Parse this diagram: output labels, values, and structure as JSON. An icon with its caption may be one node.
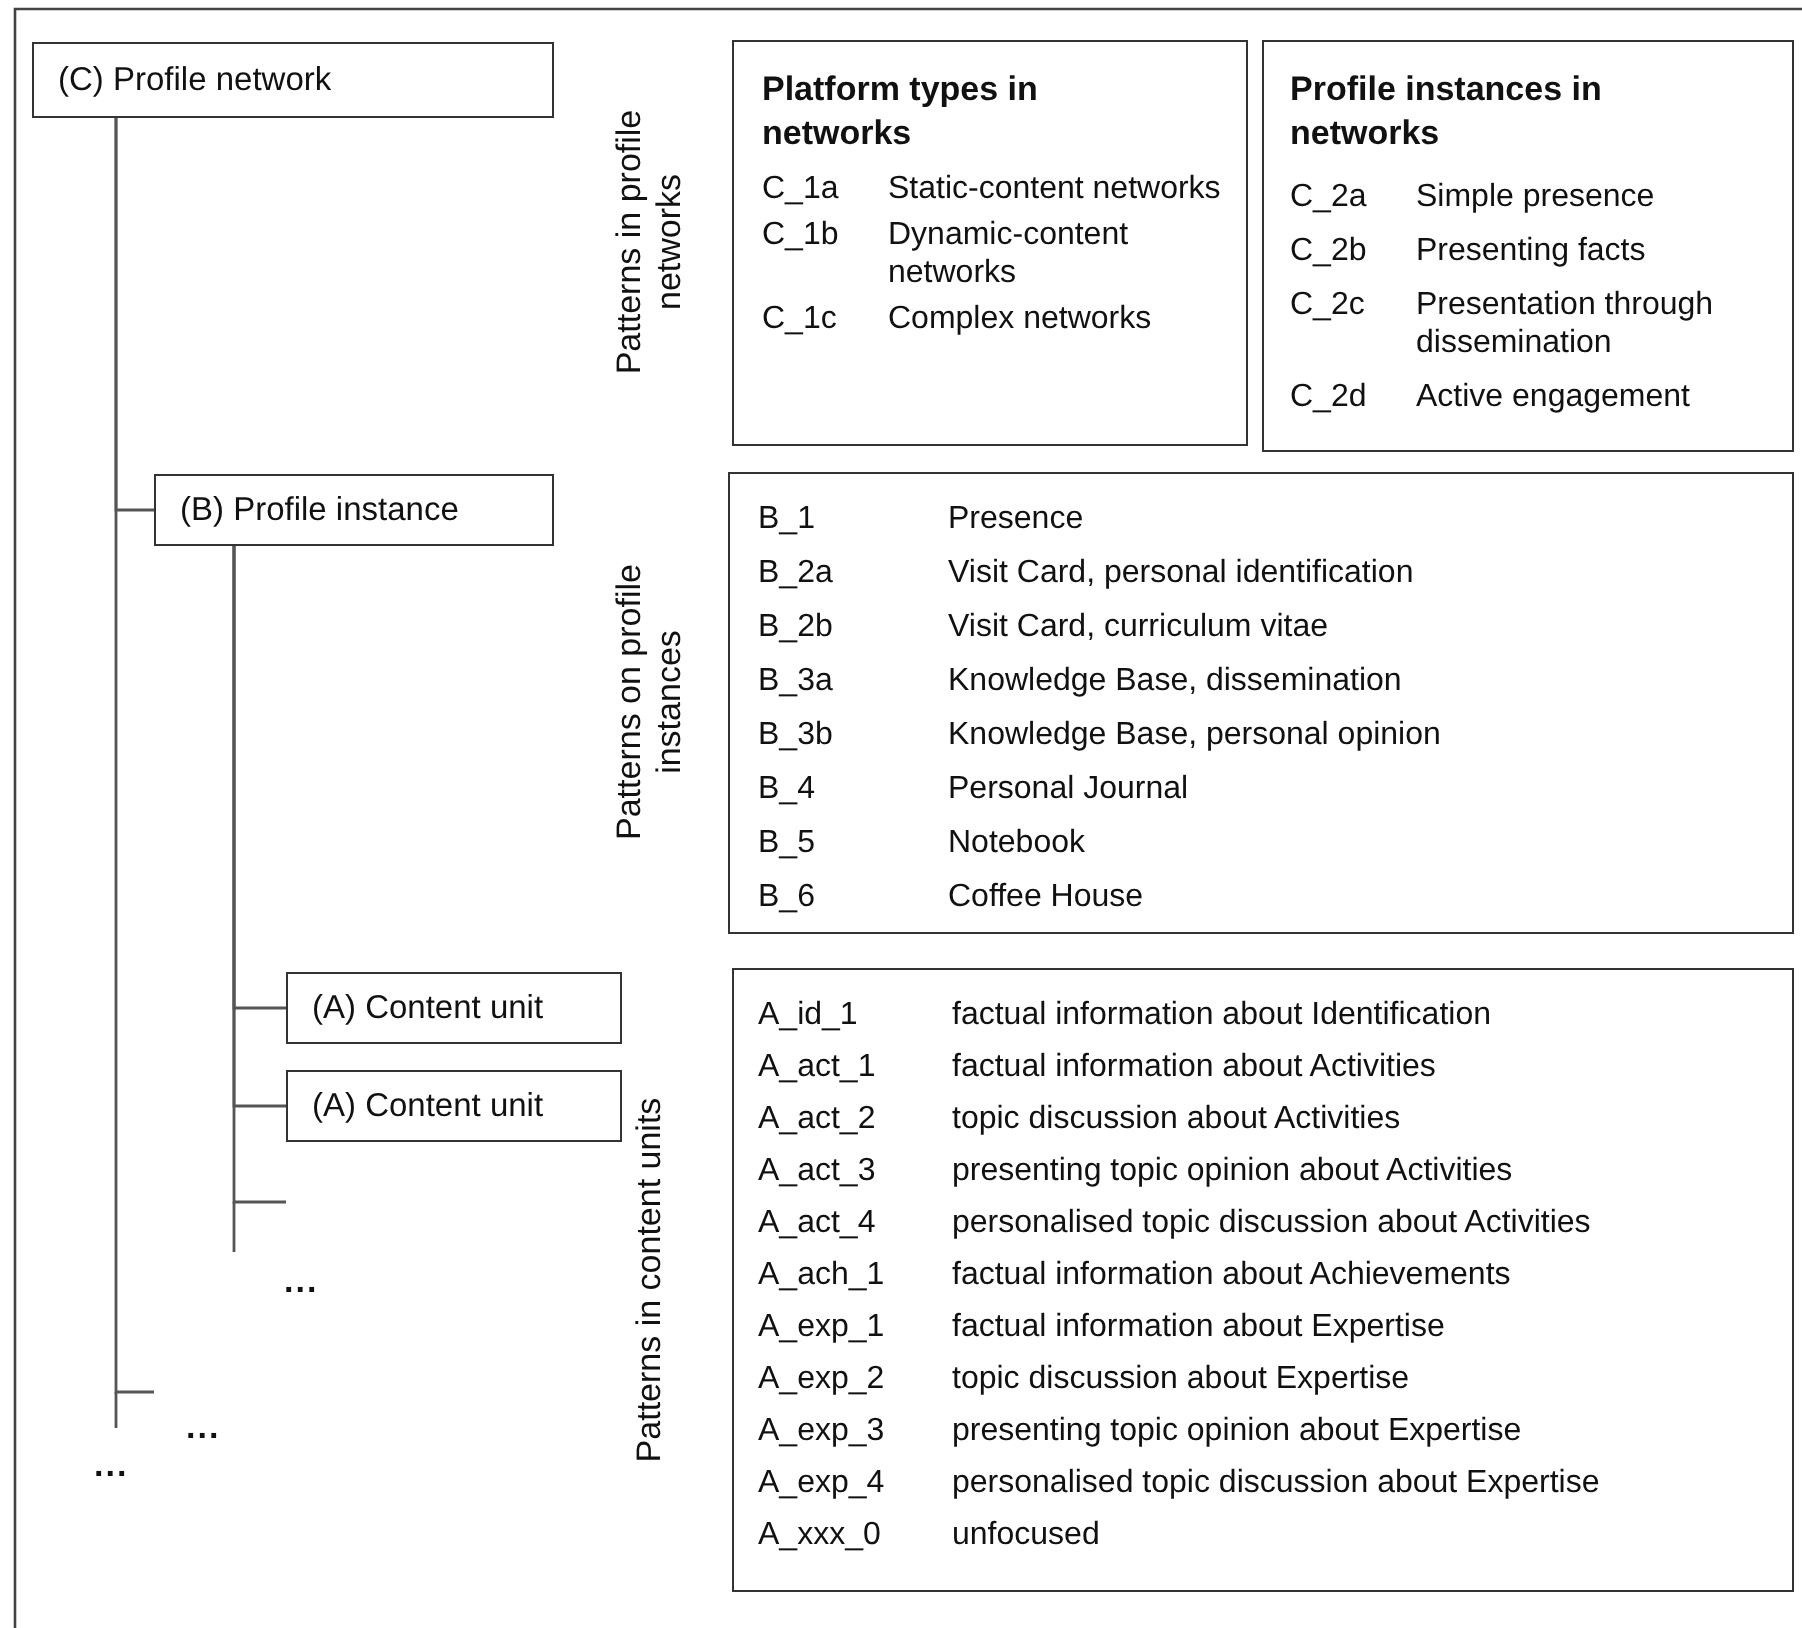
{
  "diagram": {
    "nodes": [
      {
        "text": [
          "(C) Profile network"
        ]
      },
      {
        "text": [
          "(B) Profile instance"
        ]
      },
      {
        "text": [
          "(A) Content unit"
        ]
      },
      {
        "text": [
          "(A) Content unit"
        ]
      },
      {
        "text": [
          "Platform types in networks",
          "C_1a",
          "Static-content networks",
          "C_1b",
          "Dynamic-content networks",
          "C_1c",
          "Complex networks"
        ]
      },
      {
        "text": [
          "Profile instances in networks",
          "C_2a",
          "Simple presence",
          "C_2b",
          "Presenting facts",
          "C_2c",
          "Presentation through dissemination",
          "C_2d",
          "Active engagement"
        ]
      },
      {
        "text": [
          "B_1",
          "Presence",
          "B_2a",
          "Visit Card, personal identification",
          "B_2b",
          "Visit Card, curriculum vitae",
          "B_3a",
          "Knowledge Base, dissemination",
          "B_3b",
          "Knowledge Base, personal opinion",
          "B_4",
          "Personal Journal",
          "B_5",
          "Notebook",
          "B_6",
          "Coffee House"
        ]
      },
      {
        "text": [
          "A_id_1",
          "factual information about Identification",
          "A_act_1",
          "factual information about Activities",
          "A_act_2",
          "topic discussion about Activities",
          "A_act_3",
          "presenting topic opinion about Activities",
          "A_act_4",
          "personalised topic discussion about Activities",
          "A_ach_1",
          "factual information about Achievements",
          "A_exp_1",
          "factual information about Expertise",
          "A_exp_2",
          "topic discussion about Expertise",
          "A_exp_3",
          "presenting topic opinion about Expertise",
          "A_exp_4",
          "personalised topic discussion about Expertise",
          "A_xxx_0",
          "unfocused"
        ]
      }
    ],
    "edges": [
      {
        "from": 0,
        "to": 1,
        "arrow": "none"
      },
      {
        "from": 1,
        "to": 2,
        "arrow": "none"
      },
      {
        "from": 1,
        "to": 3,
        "arrow": "none"
      },
      {
        "from": 1,
        "to": null,
        "arrow": "none"
      },
      {
        "from": 0,
        "to": null,
        "arrow": "none"
      }
    ],
    "labels": [
      "Patterns in profile networks",
      "Patterns on profile instances",
      "...",
      "...",
      "...",
      "Patterns in content units"
    ]
  }
}
